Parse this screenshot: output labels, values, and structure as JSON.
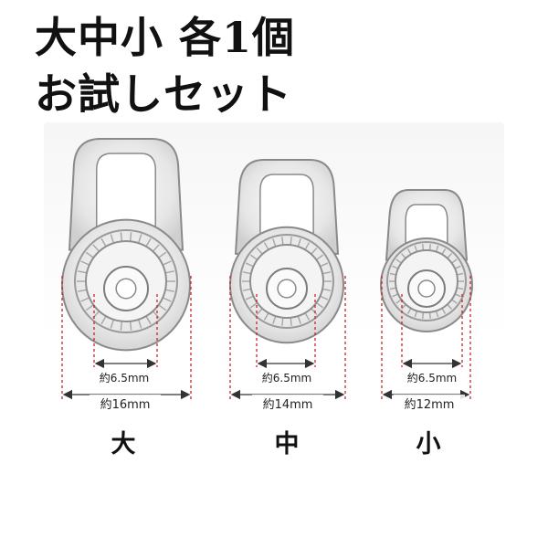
{
  "headline": {
    "line1": "大中小 各1個",
    "line2": "お試しセット"
  },
  "colors": {
    "measure_line": "#cc2222",
    "arrow": "#333333",
    "tip_stroke": "#8a8a8a",
    "tip_fill": "#e9e9e9"
  },
  "sizes": [
    {
      "label": "大",
      "inner_dim": "約6.5mm",
      "outer_dim": "約16mm"
    },
    {
      "label": "中",
      "inner_dim": "約6.5mm",
      "outer_dim": "約14mm"
    },
    {
      "label": "小",
      "inner_dim": "約6.5mm",
      "outer_dim": "約12mm"
    }
  ]
}
